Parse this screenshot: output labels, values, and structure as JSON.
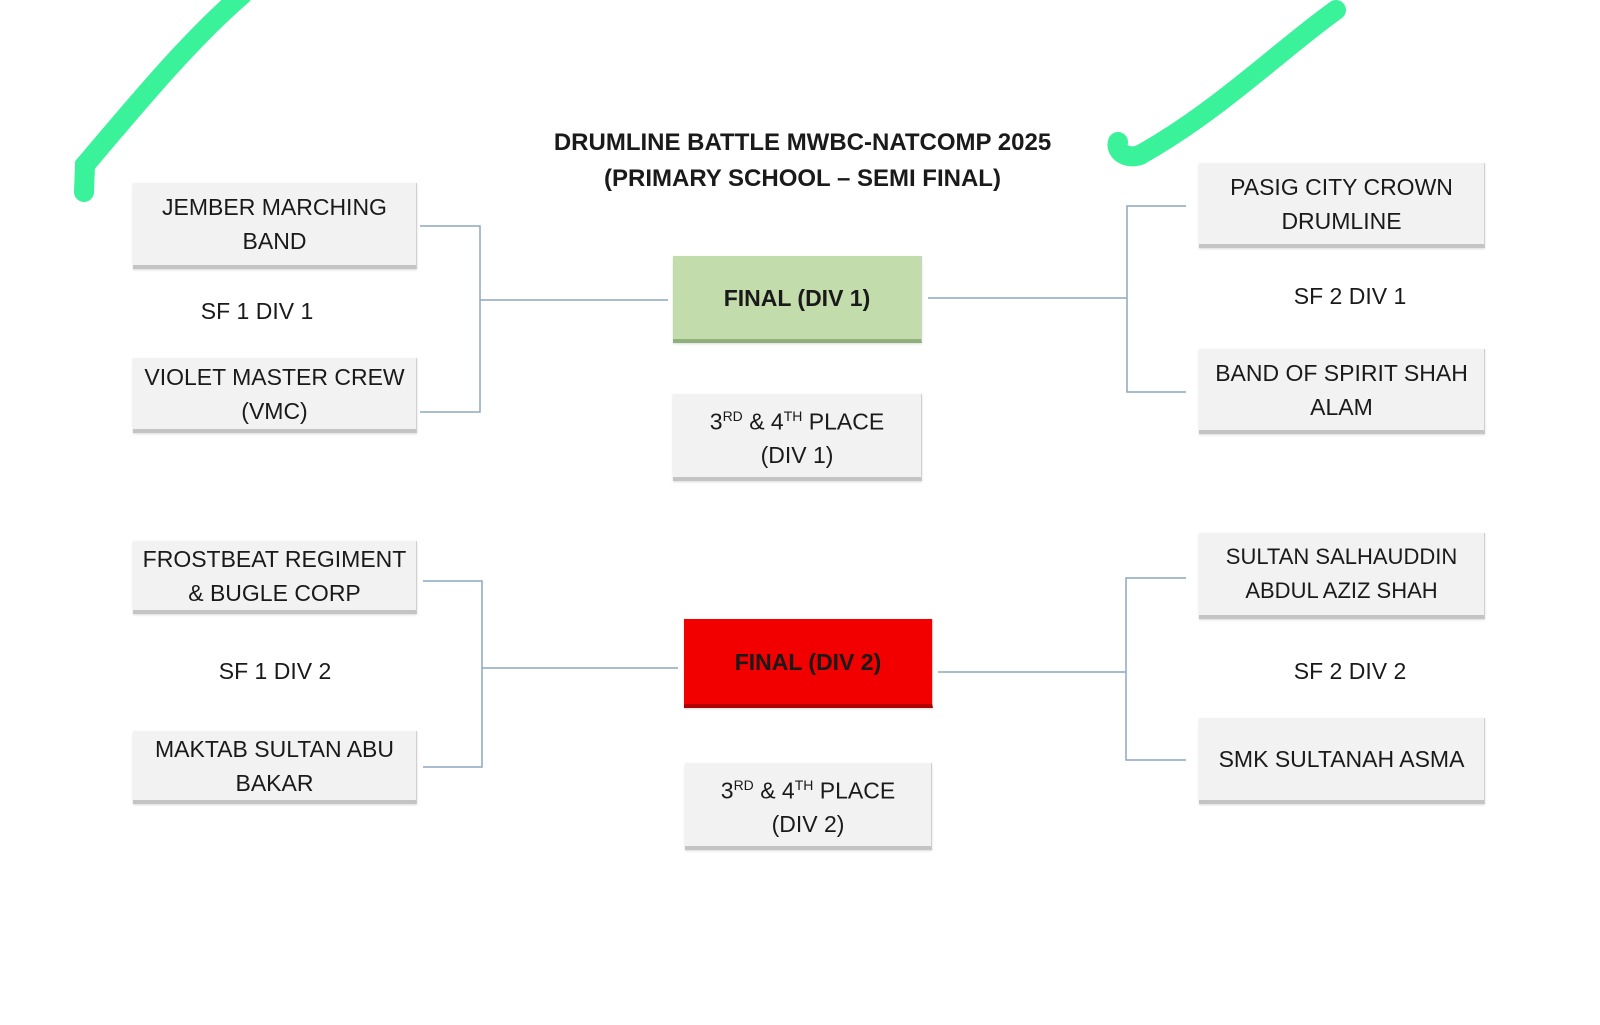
{
  "title": {
    "line1": "DRUMLINE BATTLE MWBC-NATCOMP 2025",
    "line2": "(PRIMARY SCHOOL – SEMI FINAL)"
  },
  "div1": {
    "sf1": {
      "label": "SF 1 DIV 1",
      "team_a": "JEMBER MARCHING BAND",
      "team_b": "VIOLET MASTER CREW (VMC)"
    },
    "sf2": {
      "label": "SF 2 DIV 1",
      "team_a": "PASIG CITY CROWN DRUMLINE",
      "team_b": "BAND OF SPIRIT SHAH ALAM"
    },
    "final": "FINAL (DIV 1)",
    "third": {
      "n1": "3",
      "s1": "RD",
      "amp": "& 4",
      "s2": "TH",
      "place": "PLACE",
      "div": "(DIV 1)"
    }
  },
  "div2": {
    "sf1": {
      "label": "SF 1 DIV 2",
      "team_a": "FROSTBEAT REGIMENT & BUGLE CORP",
      "team_b": "MAKTAB SULTAN ABU BAKAR"
    },
    "sf2": {
      "label": "SF 2 DIV 2",
      "team_a": "SULTAN SALHAUDDIN ABDUL AZIZ SHAH",
      "team_b": "SMK SULTANAH ASMA"
    },
    "final": "FINAL (DIV 2)",
    "third": {
      "n1": "3",
      "s1": "RD",
      "amp": "& 4",
      "s2": "TH",
      "place": "PLACE",
      "div": "(DIV 2)"
    }
  },
  "colors": {
    "final_div1": "#c3dcab",
    "final_div2": "#f20000",
    "annotation": "#3af29a",
    "connector": "#8ea6c0"
  }
}
